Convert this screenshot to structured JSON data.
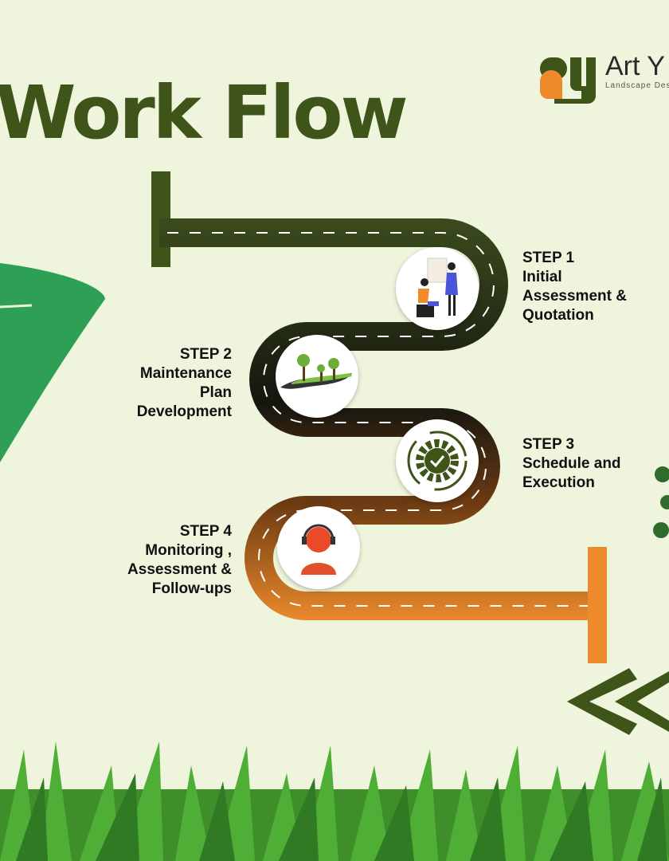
{
  "title": "Work Flow",
  "logo": {
    "main": "Art Y",
    "sub": "Landscape Desi"
  },
  "colors": {
    "dark_green": "#3f5418",
    "road_dark": "#1c1f12",
    "orange": "#e88a2a",
    "leaf": "#2ea055",
    "background": "#eef5dc"
  },
  "steps": [
    {
      "number": "STEP 1",
      "label": "Initial Assessment & Quotation",
      "icon": "consultation-icon"
    },
    {
      "number": "STEP 2",
      "label": "Maintenance Plan Development",
      "icon": "plants-icon"
    },
    {
      "number": "STEP 3",
      "label": "Schedule and Execution",
      "icon": "gear-check-icon"
    },
    {
      "number": "STEP 4",
      "label": "Monitoring , Assessment & Follow-ups",
      "icon": "support-agent-icon"
    }
  ]
}
